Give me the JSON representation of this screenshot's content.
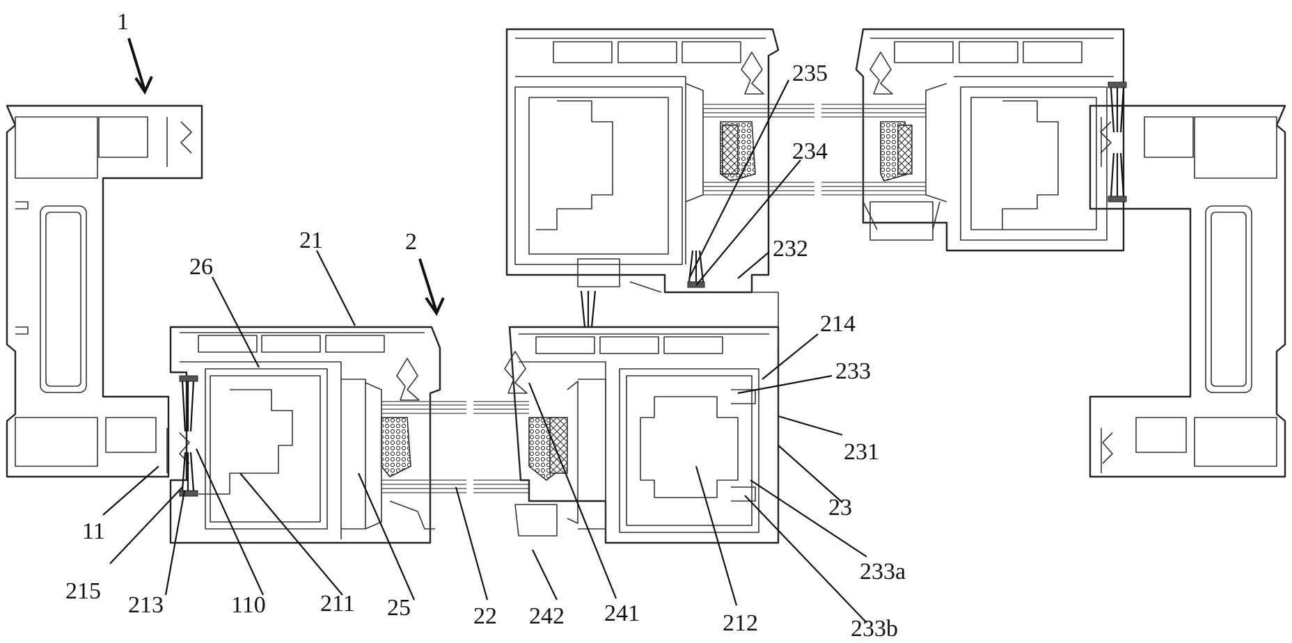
{
  "labels": {
    "l1": "1",
    "l2": "2",
    "l21": "21",
    "l26": "26",
    "l235": "235",
    "l234": "234",
    "l232": "232",
    "l214": "214",
    "l233": "233",
    "l231": "231",
    "l23": "23",
    "l233a": "233a",
    "l233b": "233b",
    "l212": "212",
    "l241": "241",
    "l242": "242",
    "l22": "22",
    "l25": "25",
    "l211": "211",
    "l110": "110",
    "l213": "213",
    "l215": "215",
    "l11": "11"
  }
}
